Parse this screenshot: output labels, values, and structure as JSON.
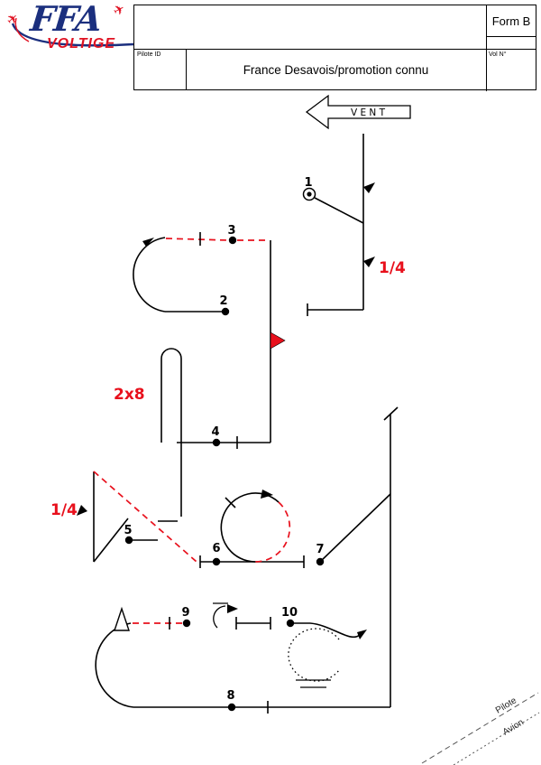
{
  "logo": {
    "ffa": "FFA",
    "voltige": "VOLTIGE"
  },
  "form": {
    "form_label": "Form B",
    "pilote_id_label": "Pilote ID",
    "title": "France Desavois/promotion connu",
    "vol_label": "Vol N°"
  },
  "wind": {
    "label": "V E N T"
  },
  "figures": {
    "f1": "1",
    "f2": "2",
    "f3": "3",
    "f4": "4",
    "f5": "5",
    "f6": "6",
    "f7": "7",
    "f8": "8",
    "f9": "9",
    "f10": "10"
  },
  "annotations": {
    "roll_quarter_right": "1/4",
    "roll_two_eights": "2x8",
    "roll_quarter_left": "1/4"
  },
  "signatures": {
    "pilote": "Pilote",
    "avion": "Avion"
  },
  "colors": {
    "figure_black": "#000000",
    "inverted_red": "#e8101c",
    "logo_blue": "#1b2f7e",
    "logo_red": "#e01222"
  }
}
